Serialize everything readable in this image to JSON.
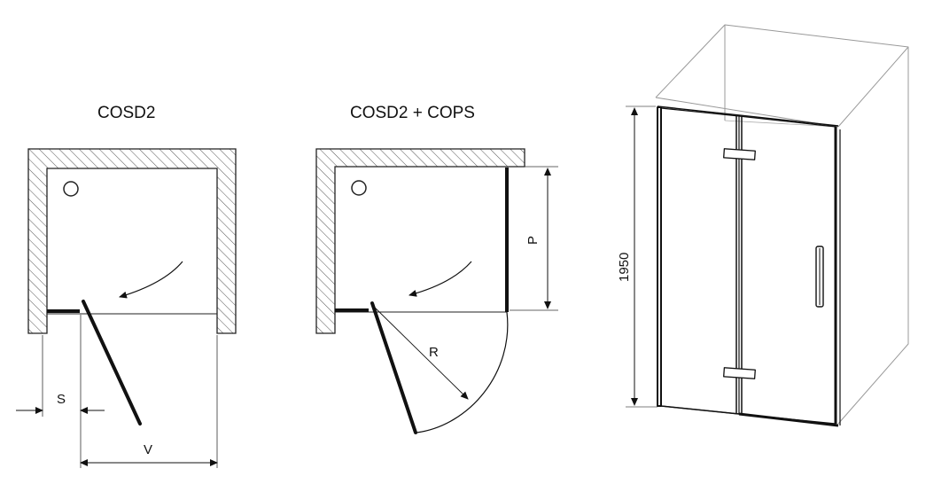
{
  "diagram": {
    "left": {
      "title": "COSD2",
      "dims": {
        "s": "S",
        "v": "V"
      }
    },
    "middle": {
      "title": "COSD2 + COPS",
      "dims": {
        "p": "P",
        "r": "R"
      }
    },
    "right": {
      "height_label": "1950"
    }
  }
}
